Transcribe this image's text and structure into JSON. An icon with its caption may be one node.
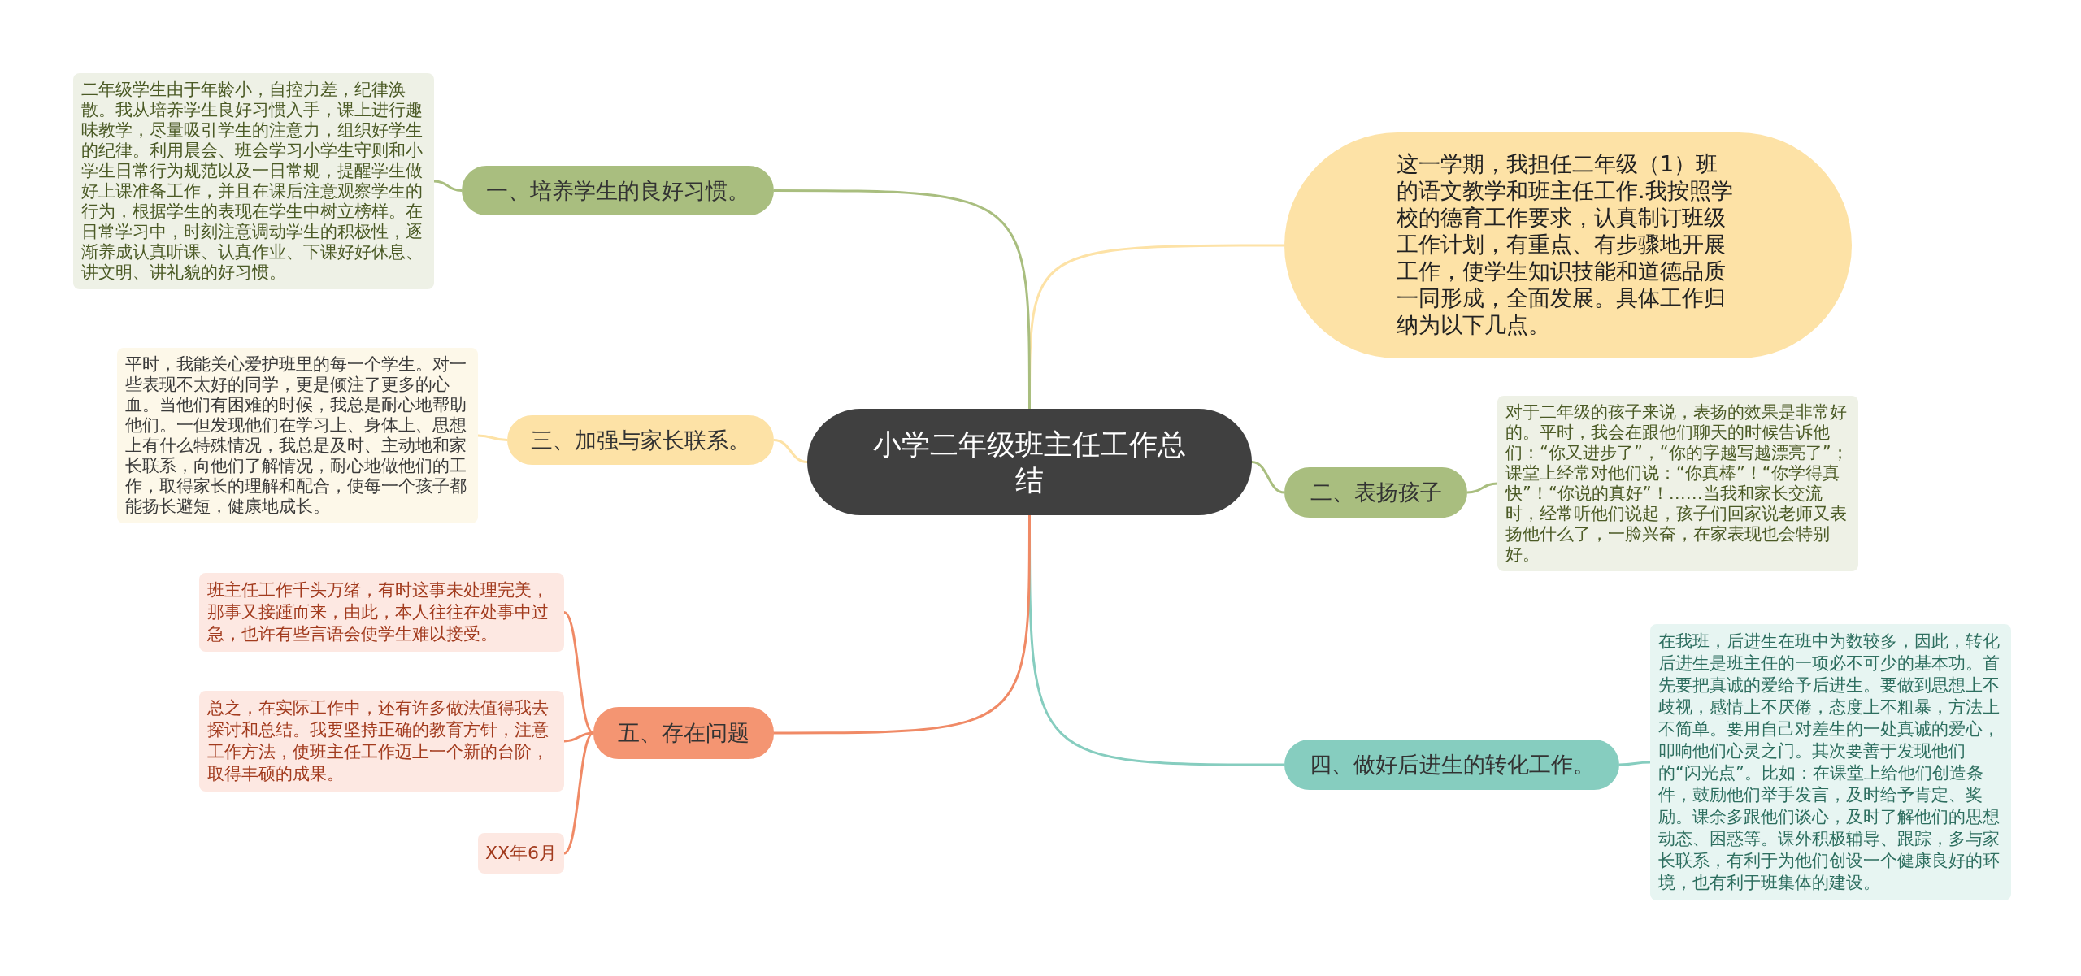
{
  "diagram": {
    "nodes": [
      {
        "text": [
          "小学二年级班主任工作总结"
        ]
      },
      {
        "text": [
          "这一学期，我担任二年级（1）班的语文教学和班主任工作.我按照学校的德育工作要求，认真制订班级工作计划，有重点、有步骤地开展工作，使学生知识技能和道德品质一同形成，全面发展。具体工作归纳为以下几点。"
        ]
      },
      {
        "text": [
          "一、培养学生的良好习惯。"
        ]
      },
      {
        "text": [
          "二年级学生由于年龄小，自控力差，纪律涣散。我从培养学生良好习惯入手，课上进行趣味教学，尽量吸引学生的注意力，组织好学生的纪律。利用晨会、班会学习小学生守则和小学生日常行为规范以及一日常规，提醒学生做好上课准备工作，并且在课后注意观察学生的行为，根据学生的表现在学生中树立榜样。在日常学习中，时刻注意调动学生的积极性，逐渐养成认真听课、认真作业、下课好好休息、讲文明、讲礼貌的好习惯。"
        ]
      },
      {
        "text": [
          "二、表扬孩子"
        ]
      },
      {
        "text": [
          "对于二年级的孩子来说，表扬的效果是非常好的。平时，我会在跟他们聊天的时候告诉他们：“你又进步了”，“你的字越写越漂亮了”；课堂上经常对他们说：“你真棒”！“你学得真快”！“你说的真好”！……当我和家长交流时，经常听他们说起，孩子们回家说老师又表扬他什么了，一脸兴奋，在家表现也会特别好。"
        ]
      },
      {
        "text": [
          "三、加强与家长联系。"
        ]
      },
      {
        "text": [
          "平时，我能关心爱护班里的每一个学生。对一些表现不太好的同学，更是倾注了更多的心血。当他们有困难的时候，我总是耐心地帮助他们。一但发现他们在学习上、身体上、思想上有什么特殊情况，我总是及时、主动地和家长联系，向他们了解情况，耐心地做他们的工作，取得家长的理解和配合，使每一个孩子都能扬长避短，健康地成长。"
        ]
      },
      {
        "text": [
          "四、做好后进生的转化工作。"
        ]
      },
      {
        "text": [
          "在我班，后进生在班中为数较多，因此，转化后进生是班主任的一项必不可少的基本功。首先要把真诚的爱给予后进生。要做到思想上不歧视，感情上不厌倦，态度上不粗暴，方法上不简单。要用自己对差生的一处真诚的爱心，叩响他们心灵之门。其次要善于发现他们的“闪光点”。比如：在课堂上给他们创造条件，鼓励他们举手发言，及时给予肯定、奖励。课余多跟他们谈心，及时了解他们的思想动态、困惑等。课外积极辅导、跟踪，多与家长联系，有利于为他们创设一个健康良好的环境，也有利于班集体的建设。"
        ]
      },
      {
        "text": [
          "五、存在问题"
        ]
      },
      {
        "text": [
          "班主任工作千头万绪，有时这事未处理完美，那事又接踵而来，由此，本人往往在处事中过急，也许有些言语会使学生难以接受。"
        ]
      },
      {
        "text": [
          "总之，在实际工作中，还有许多做法值得我去探讨和总结。我要坚持正确的教育方针，注意工作方法，使班主任工作迈上一个新的台阶，取得丰硕的成果。"
        ]
      },
      {
        "text": [
          "XX年6月"
        ]
      }
    ],
    "edges": [
      {
        "from": 0,
        "to": 1,
        "arrow": "none"
      },
      {
        "from": 0,
        "to": 2,
        "arrow": "none"
      },
      {
        "from": 2,
        "to": 3,
        "arrow": "none"
      },
      {
        "from": 0,
        "to": 4,
        "arrow": "none"
      },
      {
        "from": 4,
        "to": 5,
        "arrow": "none"
      },
      {
        "from": 0,
        "to": 6,
        "arrow": "none"
      },
      {
        "from": 6,
        "to": 7,
        "arrow": "none"
      },
      {
        "from": 0,
        "to": 8,
        "arrow": "none"
      },
      {
        "from": 8,
        "to": 9,
        "arrow": "none"
      },
      {
        "from": 0,
        "to": 10,
        "arrow": "none"
      },
      {
        "from": 10,
        "to": 11,
        "arrow": "none"
      },
      {
        "from": 10,
        "to": 12,
        "arrow": "none"
      },
      {
        "from": 10,
        "to": 13,
        "arrow": "none"
      }
    ]
  }
}
